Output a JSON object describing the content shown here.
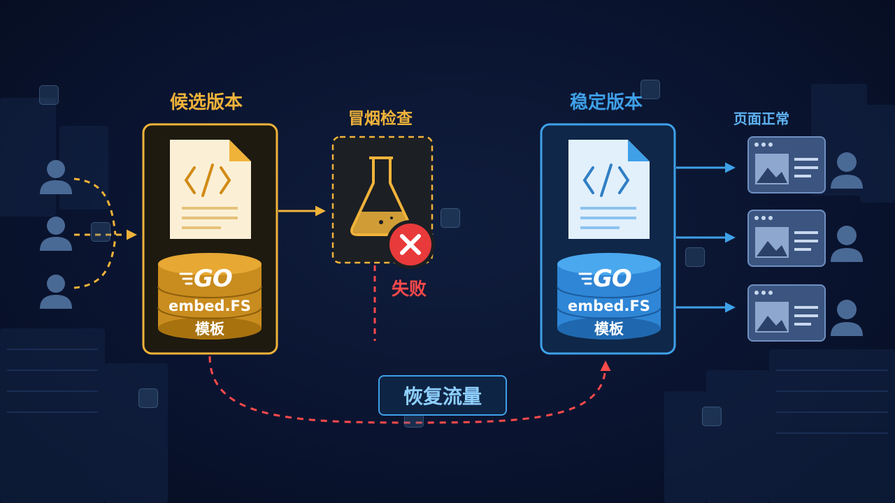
{
  "labels": {
    "candidate": "候选版本",
    "smoke_test": "冒烟检查",
    "stable": "稳定版本",
    "page_normal": "页面正常",
    "fail": "失败",
    "recover": "恢复流量"
  },
  "candidate_db": {
    "logo": "GO",
    "line1": "embed.FS",
    "line2": "模板"
  },
  "stable_db": {
    "logo": "GO",
    "line1": "embed.FS",
    "line2": "模板"
  },
  "icons": {
    "users_left": [
      "user-icon",
      "user-icon",
      "user-icon"
    ],
    "users_right": [
      "user-icon",
      "user-icon",
      "user-icon"
    ],
    "code_file": "code-file-icon",
    "flask": "flask-icon",
    "fail_mark": "x-circle-icon",
    "browser": "browser-window-icon"
  },
  "colors": {
    "candidate": "#f0b33a",
    "stable": "#3fa0e8",
    "fail": "#ff4a4a",
    "background": "#0a1430"
  }
}
